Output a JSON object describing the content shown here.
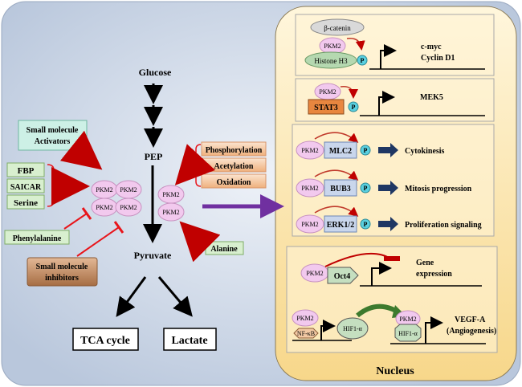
{
  "pathway": {
    "glucose": "Glucose",
    "pep": "PEP",
    "pyruvate": "Pyruvate",
    "tca": "TCA cycle",
    "lactate": "Lactate",
    "pkm2": "PKM2"
  },
  "regulators": {
    "activators": [
      "Small molecule",
      "Activators"
    ],
    "fbp": "FBP",
    "saicar": "SAICAR",
    "serine": "Serine",
    "phenylalanine": "Phenylalanine",
    "inhibitors": [
      "Small molecule",
      "inhibitors"
    ],
    "phosphorylation": "Phosphorylation",
    "acetylation": "Acetylation",
    "oxidation": "Oxidation",
    "alanine": "Alanine"
  },
  "nucleus": {
    "label": "Nucleus",
    "p": "P",
    "beta_catenin": "β-catenin",
    "histone": "Histone H3",
    "cmyc": "c-myc",
    "cyclin": "Cyclin D1",
    "stat3": "STAT3",
    "mek5": "MEK5",
    "mlc2": "MLC2",
    "cytokinesis": "Cytokinesis",
    "bub3": "BUB3",
    "mitosis": "Mitosis progression",
    "erk": "ERK1/2",
    "prolif": "Proliferation  signaling",
    "oct4": "Oct4",
    "gene": "Gene",
    "expression": "expression",
    "nfkb": "NF-κB",
    "hif": "HIF1-α",
    "vegf": "VEGF-A",
    "angio": "(Angiogenesis)"
  },
  "colors": {
    "cell_bg": "#d6dfec",
    "nucleus_bg": "#fbe7b4",
    "pkm2_fill": "#f2c9ee",
    "red_arrow": "#e8151b",
    "purple_arrow": "#7030a0",
    "navy_arrow": "#1f3763",
    "green_box": "#d8efcf",
    "teal_box": "#cdf0e6",
    "orange_box": "#f2bf95",
    "brown_box": "#c9936d"
  }
}
